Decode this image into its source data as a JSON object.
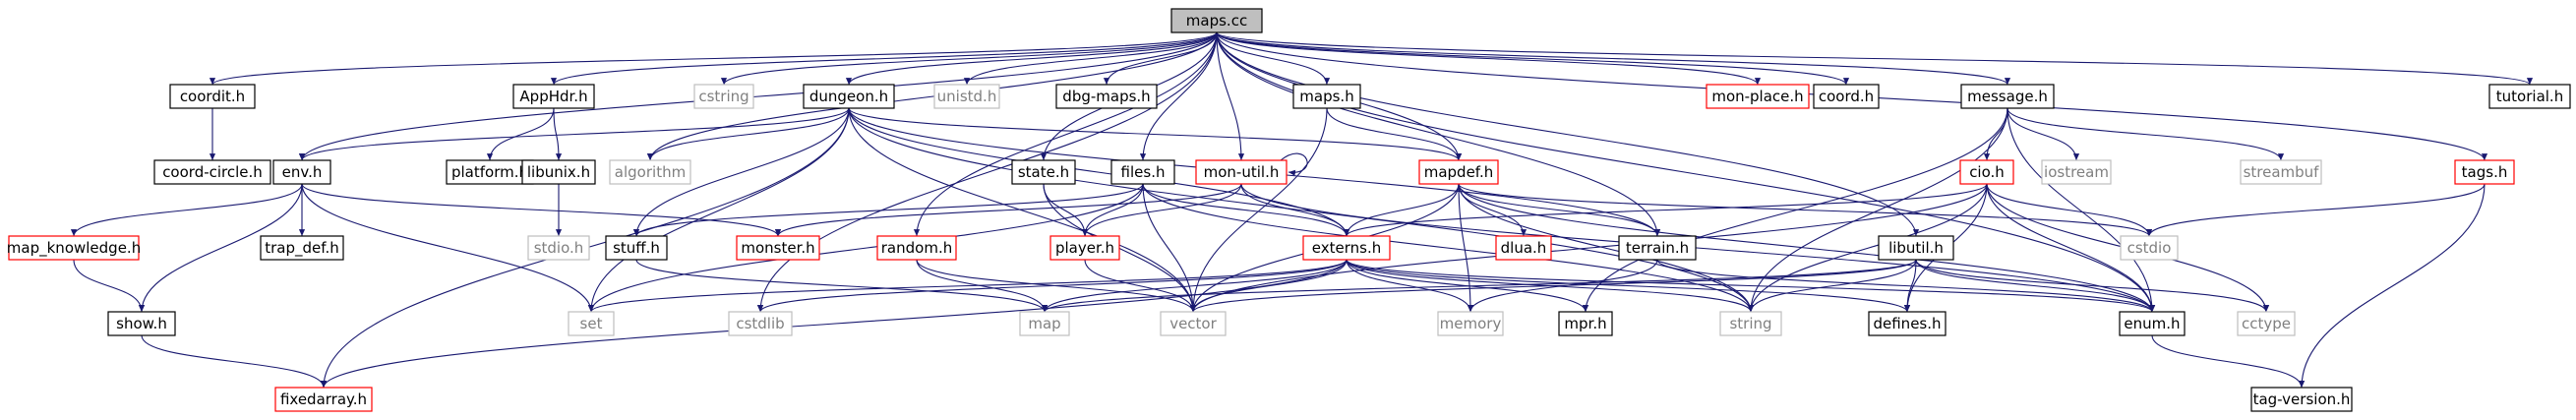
{
  "colors": {
    "edge": "#191970",
    "border_documented": "#000000",
    "border_undocumented_red": "#ff0000",
    "border_system": "#bfbfbf",
    "root_fill": "#bfbfbf",
    "text_normal": "#000000",
    "text_system": "#808080"
  },
  "nodes": {
    "maps_cc": {
      "label": "maps.cc",
      "kind": "root"
    },
    "coordit_h": {
      "label": "coordit.h",
      "kind": "documented"
    },
    "apphdr_h": {
      "label": "AppHdr.h",
      "kind": "documented"
    },
    "cstring": {
      "label": "cstring",
      "kind": "system"
    },
    "dungeon_h": {
      "label": "dungeon.h",
      "kind": "documented"
    },
    "unistd_h": {
      "label": "unistd.h",
      "kind": "system"
    },
    "dbg_maps_h": {
      "label": "dbg-maps.h",
      "kind": "documented"
    },
    "maps_h": {
      "label": "maps.h",
      "kind": "documented"
    },
    "mon_place_h": {
      "label": "mon-place.h",
      "kind": "red"
    },
    "coord_h": {
      "label": "coord.h",
      "kind": "documented"
    },
    "message_h": {
      "label": "message.h",
      "kind": "documented"
    },
    "tutorial_h": {
      "label": "tutorial.h",
      "kind": "documented"
    },
    "coord_circle_h": {
      "label": "coord-circle.h",
      "kind": "documented"
    },
    "env_h": {
      "label": "env.h",
      "kind": "documented"
    },
    "platform_h": {
      "label": "platform.h",
      "kind": "documented"
    },
    "libunix_h": {
      "label": "libunix.h",
      "kind": "documented"
    },
    "algorithm": {
      "label": "algorithm",
      "kind": "system"
    },
    "state_h": {
      "label": "state.h",
      "kind": "documented"
    },
    "files_h": {
      "label": "files.h",
      "kind": "documented"
    },
    "mon_util_h": {
      "label": "mon-util.h",
      "kind": "red"
    },
    "mapdef_h": {
      "label": "mapdef.h",
      "kind": "red"
    },
    "cio_h": {
      "label": "cio.h",
      "kind": "red"
    },
    "iostream": {
      "label": "iostream",
      "kind": "system"
    },
    "streambuf": {
      "label": "streambuf",
      "kind": "system"
    },
    "tags_h": {
      "label": "tags.h",
      "kind": "red"
    },
    "map_knowledge_h": {
      "label": "map_knowledge.h",
      "kind": "red"
    },
    "trap_def_h": {
      "label": "trap_def.h",
      "kind": "documented"
    },
    "stdio_h": {
      "label": "stdio.h",
      "kind": "system"
    },
    "stuff_h": {
      "label": "stuff.h",
      "kind": "documented"
    },
    "monster_h": {
      "label": "monster.h",
      "kind": "red"
    },
    "random_h": {
      "label": "random.h",
      "kind": "red"
    },
    "player_h": {
      "label": "player.h",
      "kind": "red"
    },
    "externs_h": {
      "label": "externs.h",
      "kind": "red"
    },
    "dlua_h": {
      "label": "dlua.h",
      "kind": "red"
    },
    "terrain_h": {
      "label": "terrain.h",
      "kind": "documented"
    },
    "libutil_h": {
      "label": "libutil.h",
      "kind": "documented"
    },
    "cstdio": {
      "label": "cstdio",
      "kind": "system"
    },
    "show_h": {
      "label": "show.h",
      "kind": "documented"
    },
    "set": {
      "label": "set",
      "kind": "system"
    },
    "cstdlib": {
      "label": "cstdlib",
      "kind": "system"
    },
    "map": {
      "label": "map",
      "kind": "system"
    },
    "vector": {
      "label": "vector",
      "kind": "system"
    },
    "memory": {
      "label": "memory",
      "kind": "system"
    },
    "mpr_h": {
      "label": "mpr.h",
      "kind": "documented"
    },
    "string": {
      "label": "string",
      "kind": "system"
    },
    "defines_h": {
      "label": "defines.h",
      "kind": "documented"
    },
    "enum_h": {
      "label": "enum.h",
      "kind": "documented"
    },
    "cctype": {
      "label": "cctype",
      "kind": "system"
    },
    "fixedarray_h": {
      "label": "fixedarray.h",
      "kind": "red"
    },
    "tag_version_h": {
      "label": "tag-version.h",
      "kind": "documented"
    }
  },
  "edges": [
    [
      "maps_cc",
      "coordit_h"
    ],
    [
      "maps_cc",
      "apphdr_h"
    ],
    [
      "maps_cc",
      "cstring"
    ],
    [
      "maps_cc",
      "dungeon_h"
    ],
    [
      "maps_cc",
      "unistd_h"
    ],
    [
      "maps_cc",
      "dbg_maps_h"
    ],
    [
      "maps_cc",
      "maps_h"
    ],
    [
      "maps_cc",
      "mon_place_h"
    ],
    [
      "maps_cc",
      "coord_h"
    ],
    [
      "maps_cc",
      "message_h"
    ],
    [
      "maps_cc",
      "tutorial_h"
    ],
    [
      "maps_cc",
      "env_h"
    ],
    [
      "maps_cc",
      "algorithm"
    ],
    [
      "maps_cc",
      "files_h"
    ],
    [
      "maps_cc",
      "mon_util_h"
    ],
    [
      "maps_cc",
      "mapdef_h"
    ],
    [
      "maps_cc",
      "tags_h"
    ],
    [
      "maps_cc",
      "state_h"
    ],
    [
      "maps_cc",
      "random_h"
    ],
    [
      "maps_cc",
      "terrain_h"
    ],
    [
      "maps_cc",
      "libutil_h"
    ],
    [
      "maps_cc",
      "cstdlib"
    ],
    [
      "maps_cc",
      "enum_h"
    ],
    [
      "coordit_h",
      "coord_circle_h"
    ],
    [
      "apphdr_h",
      "platform_h"
    ],
    [
      "apphdr_h",
      "libunix_h"
    ],
    [
      "libunix_h",
      "stdio_h"
    ],
    [
      "dungeon_h",
      "env_h"
    ],
    [
      "dungeon_h",
      "algorithm"
    ],
    [
      "dungeon_h",
      "mapdef_h"
    ],
    [
      "dungeon_h",
      "externs_h"
    ],
    [
      "dungeon_h",
      "terrain_h"
    ],
    [
      "dungeon_h",
      "stuff_h"
    ],
    [
      "dungeon_h",
      "vector"
    ],
    [
      "dungeon_h",
      "set"
    ],
    [
      "dungeon_h",
      "fixedarray_h"
    ],
    [
      "dungeon_h",
      "string"
    ],
    [
      "maps_h",
      "mapdef_h"
    ],
    [
      "maps_h",
      "vector"
    ],
    [
      "message_h",
      "cio_h"
    ],
    [
      "message_h",
      "iostream"
    ],
    [
      "message_h",
      "streambuf"
    ],
    [
      "message_h",
      "enum_h"
    ],
    [
      "message_h",
      "string"
    ],
    [
      "message_h",
      "mpr_h"
    ],
    [
      "env_h",
      "map_knowledge_h"
    ],
    [
      "env_h",
      "trap_def_h"
    ],
    [
      "env_h",
      "show_h"
    ],
    [
      "env_h",
      "monster_h"
    ],
    [
      "env_h",
      "set"
    ],
    [
      "map_knowledge_h",
      "show_h"
    ],
    [
      "show_h",
      "fixedarray_h"
    ],
    [
      "state_h",
      "player_h"
    ],
    [
      "state_h",
      "vector"
    ],
    [
      "files_h",
      "player_h"
    ],
    [
      "files_h",
      "externs_h"
    ],
    [
      "files_h",
      "vector"
    ],
    [
      "files_h",
      "stuff_h"
    ],
    [
      "files_h",
      "set"
    ],
    [
      "files_h",
      "string"
    ],
    [
      "mon_util_h",
      "mon_util_h"
    ],
    [
      "mon_util_h",
      "player_h"
    ],
    [
      "mon_util_h",
      "externs_h"
    ],
    [
      "mon_util_h",
      "monster_h"
    ],
    [
      "mon_util_h",
      "enum_h"
    ],
    [
      "mapdef_h",
      "externs_h"
    ],
    [
      "mapdef_h",
      "dlua_h"
    ],
    [
      "mapdef_h",
      "terrain_h"
    ],
    [
      "mapdef_h",
      "cstdio"
    ],
    [
      "mapdef_h",
      "enum_h"
    ],
    [
      "mapdef_h",
      "string"
    ],
    [
      "mapdef_h",
      "vector"
    ],
    [
      "mapdef_h",
      "memory"
    ],
    [
      "cio_h",
      "externs_h"
    ],
    [
      "cio_h",
      "cstdio"
    ],
    [
      "cio_h",
      "enum_h"
    ],
    [
      "cio_h",
      "string"
    ],
    [
      "cio_h",
      "cctype"
    ],
    [
      "cio_h",
      "defines_h"
    ],
    [
      "cio_h",
      "vector"
    ],
    [
      "tags_h",
      "cstdio"
    ],
    [
      "tags_h",
      "tag_version_h"
    ],
    [
      "stuff_h",
      "map"
    ],
    [
      "random_h",
      "map"
    ],
    [
      "random_h",
      "vector"
    ],
    [
      "player_h",
      "vector"
    ],
    [
      "externs_h",
      "set"
    ],
    [
      "externs_h",
      "cstdlib"
    ],
    [
      "externs_h",
      "map"
    ],
    [
      "externs_h",
      "vector"
    ],
    [
      "externs_h",
      "memory"
    ],
    [
      "externs_h",
      "mpr_h"
    ],
    [
      "externs_h",
      "string"
    ],
    [
      "externs_h",
      "defines_h"
    ],
    [
      "externs_h",
      "enum_h"
    ],
    [
      "externs_h",
      "fixedarray_h"
    ],
    [
      "terrain_h",
      "memory"
    ],
    [
      "terrain_h",
      "enum_h"
    ],
    [
      "libutil_h",
      "defines_h"
    ],
    [
      "libutil_h",
      "enum_h"
    ],
    [
      "libutil_h",
      "string"
    ],
    [
      "libutil_h",
      "cctype"
    ],
    [
      "libutil_h",
      "vector"
    ],
    [
      "libutil_h",
      "map"
    ],
    [
      "enum_h",
      "tag_version_h"
    ]
  ]
}
